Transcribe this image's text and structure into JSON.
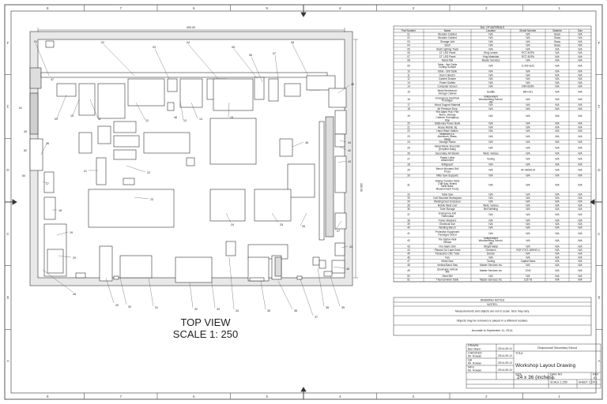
{
  "view": {
    "title": "TOP VIEW",
    "scale": "SCALE 1: 250",
    "width_dim": "300.00",
    "height_dim": "150.00"
  },
  "zones": {
    "columns": [
      "8",
      "7",
      "6",
      "5",
      "4",
      "3",
      "2",
      "1"
    ],
    "rows": [
      "F",
      "E",
      "D",
      "C",
      "B",
      "A"
    ]
  },
  "table": {
    "title": "BILL OF MATERIALS",
    "headers": [
      "Part Number",
      "Name",
      "Location",
      "Model Number",
      "Material",
      "Size"
    ],
    "rows": [
      [
        "01",
        "Wooden Cabinet",
        "N/A",
        "N/A",
        "Glass",
        "N/A"
      ],
      [
        "02",
        "Wooden Cabinet",
        "N/A",
        "N/A",
        "Glass",
        "N/A"
      ],
      [
        "03",
        "Storage Unit",
        "N/A",
        "N/A",
        "Glass",
        "N/A"
      ],
      [
        "04",
        "Shelf",
        "N/A",
        "N/A",
        "Glass",
        "N/A"
      ],
      [
        "05",
        "Shelf Lighting Track",
        "N/A",
        "N/A",
        "N/A",
        "N/A"
      ],
      [
        "06",
        "12\" LED Panel",
        "King Lenses",
        "RCT-6GPA",
        "N/A",
        "N/A"
      ],
      [
        "07",
        "12\" LED Panel",
        "King Materials",
        "RCT-6GPA",
        "N/A",
        "N/A"
      ],
      [
        "08",
        "Metal Rail",
        "Master Services",
        "N/A",
        "N/A",
        "N/A"
      ],
      [
        "09",
        "Table - Wet Table Cutting Surface",
        "N/A",
        "E-250-G23",
        "N/A",
        "N/A"
      ],
      [
        "10",
        "Table - Drill Table",
        "N/A",
        "N/A",
        "N/A",
        "N/A"
      ],
      [
        "11",
        "Dust Collector",
        "N/A",
        "N/A",
        "N/A",
        "N/A"
      ],
      [
        "12",
        "Cabinet Drawer",
        "N/A",
        "N/A",
        "N/A",
        "N/A"
      ],
      [
        "13",
        "Power Outlets",
        "N/A",
        "N/A",
        "N/A",
        "N/A"
      ],
      [
        "14",
        "Computer Screen",
        "N/A",
        "D49-5G9N",
        "N/A",
        "N/A"
      ],
      [
        "15",
        "Metal Workbench Storage Cabinet",
        "Seattle",
        "84H-021",
        "N/A",
        "N/A"
      ],
      [
        "16",
        "Emergency Electrical Prototype",
        "Independent Woodworking School, OR",
        "N/A",
        "N/A",
        "N/A"
      ],
      [
        "17",
        "Wood Support Material",
        "N/A",
        "N/A",
        "N/A",
        "N/A"
      ],
      [
        "18",
        "Air Pressure Drop",
        "N/A",
        "N/A",
        "N/A",
        "N/A"
      ],
      [
        "19",
        "Fire Alarm Pull / Fire Alarm, Storage Cabinet, Emergency Stop",
        "N/A",
        "N/A",
        "N/A",
        "N/A"
      ],
      [
        "20",
        "Stationary Power Bank",
        "N/A",
        "N/A",
        "N/A",
        "N/A"
      ],
      [
        "21",
        "Heavy Mobile Jig",
        "N/A",
        "N/A",
        "N/A",
        "N/A"
      ],
      [
        "22",
        "Hand Wash Station",
        "N/A",
        "N/A",
        "N/A",
        "N/A"
      ],
      [
        "23",
        "Materials (i.e. Aluminum, Brass, Steel)",
        "N/A",
        "N/A",
        "N/A",
        "N/A"
      ],
      [
        "24",
        "Storage Racks",
        "N/A",
        "N/A",
        "N/A",
        "N/A"
      ],
      [
        "25",
        "Metal Waste Sheet Bin (Emptied Daily)",
        "N/A",
        "N/A",
        "N/A",
        "N/A"
      ],
      [
        "26",
        "Secondary Air Blower",
        "Weld, Various",
        "N/A",
        "N/A",
        "N/A"
      ],
      [
        "27",
        "Plastic Lathe Attachment",
        "Tooling",
        "N/A",
        "N/A",
        "N/A"
      ],
      [
        "28",
        "Bridgeport",
        "N/A",
        "N/A",
        "N/A",
        "N/A"
      ],
      [
        "29",
        "Bench Mounted Drill Press",
        "N/A",
        "KF-48020-M",
        "N/A",
        "N/A"
      ],
      [
        "30",
        "Miter Saw Supports",
        "N/A",
        "N/A",
        "N/A",
        "N/A"
      ],
      [
        "31",
        "Rolling Transfer Table (Tile Saw, Bolted Table Base, Measurement Tools)",
        "N/A",
        "N/A",
        "N/A",
        "N/A"
      ],
      [
        "32",
        "Table Saw",
        "N/A",
        "N/A",
        "N/A",
        "N/A"
      ],
      [
        "33",
        "Cart Mounted Workspace",
        "N/A",
        "N/A",
        "N/A",
        "N/A"
      ],
      [
        "34",
        "Welding Duct Enclosure",
        "N/A",
        "N/A",
        "N/A",
        "N/A"
      ],
      [
        "35",
        "Mobile Weld Cart",
        "Weld, Various",
        "N/A",
        "N/A",
        "N/A"
      ],
      [
        "36",
        "Tube Storage",
        "Bell Welding",
        "N/A",
        "N/A",
        "N/A"
      ],
      [
        "37",
        "Emergency Exit Thermostat",
        "N/A",
        "N/A",
        "N/A",
        "N/A"
      ],
      [
        "38",
        "Power Breakers",
        "N/A",
        "N/A",
        "N/A",
        "N/A"
      ],
      [
        "39",
        "Electrical Sub",
        "N/A",
        "N/A",
        "N/A",
        "N/A"
      ],
      [
        "40",
        "Welding Bench",
        "N/A",
        "N/A",
        "N/A",
        "N/A"
      ],
      [
        "41",
        "Protective Equipment Packages Stand",
        "N/A",
        "N/A",
        "N/A",
        "N/A"
      ],
      [
        "42",
        "Tile Station Wall Offload",
        "Independent Woodworking School, OR",
        "N/A",
        "N/A",
        "N/A"
      ],
      [
        "43",
        "Fire Alarm Drill",
        "Wright Metal",
        "N/A",
        "N/A",
        "N/A"
      ],
      [
        "44",
        "Plasma Cut Laser Area",
        "Gemtech",
        "RGF-FXCL18HHR-4",
        "N/A",
        "N/A"
      ],
      [
        "45",
        "Panasonic CNC Tube",
        "Deluxe",
        "N/A",
        "N/A",
        "N/A"
      ],
      [
        "46",
        "Fan",
        "N/A",
        "N/A",
        "N/A",
        "N/A"
      ],
      [
        "47",
        "Metal Saw",
        "Tooling",
        "Capital Saws",
        "N/A",
        "N/A"
      ],
      [
        "48",
        "Vertical Band Saw",
        "Master Services Inc",
        "N/A",
        "N/A",
        "N/A"
      ],
      [
        "49",
        "Quadruple Vertical Mill",
        "Master Services Inc",
        "1240",
        "N/A",
        "N/A"
      ],
      [
        "50",
        "Steel Mill",
        "N/A",
        "N/A",
        "N/A",
        "N/A"
      ],
      [
        "51",
        "Thermal Work Table",
        "Master Services Inc",
        "1237-B",
        "N/A",
        "N/A"
      ]
    ]
  },
  "notes": {
    "title": "DRAWING NOTES",
    "subtitle": "NOTES:",
    "lines": [
      "Measurements and objects are not to scale. Size may vary.",
      "Objects may be removed or placed in a different location.",
      "Accurate to September 11, 2014."
    ]
  },
  "title_block": {
    "company": "Chiquonoset Secondary School",
    "drawn_label": "DRAWN",
    "drawn_by": "Ben Mann",
    "drawn_date": "2014-09-11",
    "checked_label": "CHECKED",
    "checked_by": "Mr. Rowan",
    "checked_date": "2014-09-11",
    "title_label": "TITLE",
    "title": "Workshop Layout Drawing",
    "qa_label": "QA",
    "qa_by": "Mr. Rowan",
    "qa_date": "2014-09-11",
    "mfg_label": "MFG",
    "mfg_by": "Mr. Rowan",
    "mfg_date": "2014-09-11",
    "size_label": "SIZE",
    "size": "24 x 36 (inches)",
    "dwg_label": "DWG NO",
    "dwg_no": "01",
    "rev_label": "REV",
    "rev": "01",
    "scale_label": "SCALE 1:250",
    "sheet": "SHEET 1 OF 1"
  },
  "callouts": [
    "01",
    "02",
    "03",
    "04",
    "05",
    "06",
    "07",
    "08",
    "09",
    "10",
    "11",
    "12",
    "13",
    "14",
    "15",
    "16",
    "17",
    "18",
    "19",
    "20",
    "21",
    "22",
    "23",
    "24",
    "25",
    "26",
    "27",
    "28",
    "29",
    "30",
    "31",
    "32",
    "33",
    "34",
    "35",
    "36",
    "37",
    "38",
    "39",
    "40",
    "41",
    "42",
    "43",
    "44",
    "45",
    "46",
    "47",
    "48",
    "49",
    "50",
    "51",
    "52"
  ]
}
